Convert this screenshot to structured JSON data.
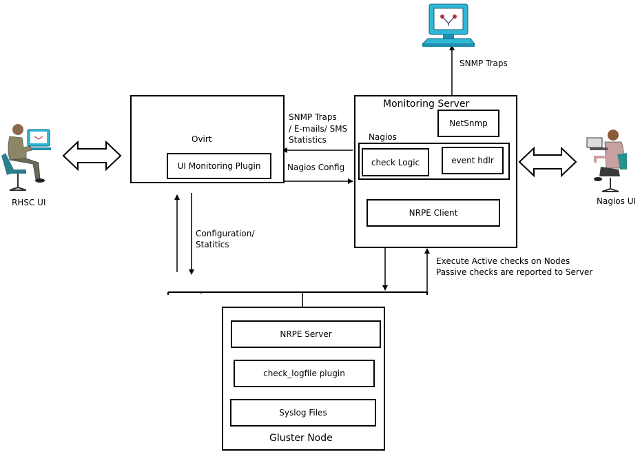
{
  "left_user": {
    "label": "RHSC UI"
  },
  "right_user": {
    "label": "Nagios UI"
  },
  "ovirt": {
    "title": "Ovirt",
    "plugin": "UI Monitoring Plugin"
  },
  "monitoring_server": {
    "title": "Monitoring Server",
    "netsnmp": "NetSnmp",
    "nagios": "Nagios",
    "check_logic": "check Logic",
    "event_hdlr": "event hdlr",
    "nrpe_client": "NRPE Client"
  },
  "gluster_node": {
    "title": "Gluster Node",
    "nrpe_server": "NRPE Server",
    "check_logfile": "check_logfile plugin",
    "syslog": "Syslog Files"
  },
  "edges": {
    "snmp_traps_top": "SNMP Traps",
    "snmp_line1": "SNMP Traps",
    "snmp_line2": "/ E-mails/ SMS",
    "snmp_line3": "Statistics",
    "nagios_config": "Nagios Config",
    "config_line1": "Configuration/",
    "config_line2": "Statitics",
    "exec_line1": "Execute Active checks on Nodes",
    "exec_line2": "Passive checks are reported to Server"
  }
}
